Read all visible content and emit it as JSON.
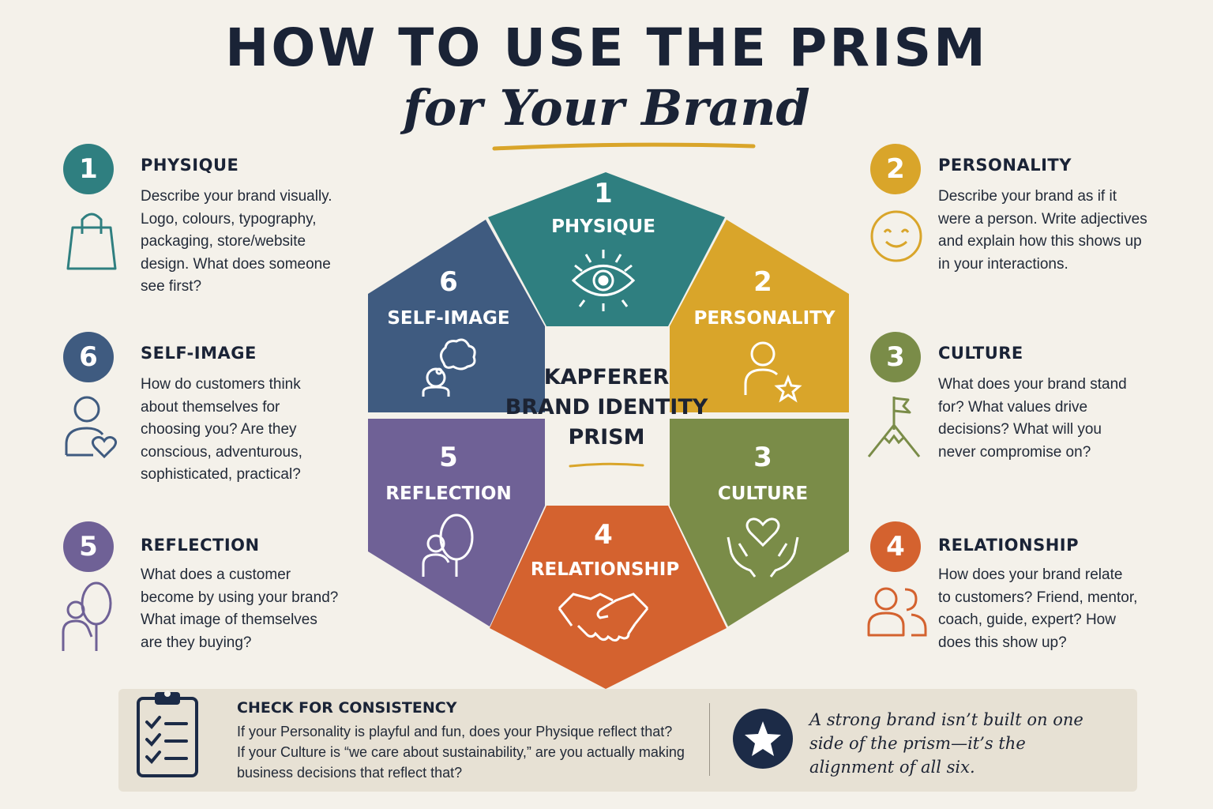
{
  "header": {
    "title": "HOW TO USE THE PRISM",
    "subtitle": "for Your Brand"
  },
  "colors": {
    "physique": "#2f7f80",
    "personality": "#d9a52a",
    "culture": "#7a8c48",
    "relationship": "#d4622f",
    "reflection": "#6f6196",
    "self_image": "#3f5b80",
    "navy": "#1c2b47",
    "accent_gold": "#d9a52a"
  },
  "items": {
    "physique": {
      "num": "1",
      "title": "PHYSIQUE",
      "icon": "shopping-bag-icon",
      "lines": [
        "Describe your brand visually.",
        "Logo, colours, typography,",
        "packaging, store/website",
        "design. What does someone",
        "see first?"
      ]
    },
    "self_image": {
      "num": "6",
      "title": "SELF-IMAGE",
      "icon": "person-heart-icon",
      "lines": [
        "How do customers think",
        "about themselves for",
        "choosing you? Are they",
        "conscious, adventurous,",
        "sophisticated, practical?"
      ]
    },
    "reflection": {
      "num": "5",
      "title": "REFLECTION",
      "icon": "person-mirror-icon",
      "lines": [
        "What does a customer",
        "become by using your brand?",
        "What image of themselves",
        "are they buying?"
      ]
    },
    "personality": {
      "num": "2",
      "title": "PERSONALITY",
      "icon": "smiley-face-icon",
      "lines": [
        "Describe your brand as if it",
        "were a person. Write adjectives",
        "and explain how this shows up",
        "in your interactions."
      ]
    },
    "culture": {
      "num": "3",
      "title": "CULTURE",
      "icon": "mountain-flag-icon",
      "lines": [
        "What does your brand stand",
        "for? What values drive",
        "decisions? What will you",
        "never compromise on?"
      ]
    },
    "relationship": {
      "num": "4",
      "title": "RELATIONSHIP",
      "icon": "two-people-icon",
      "lines": [
        "How does your brand relate",
        "to customers? Friend, mentor,",
        "coach, guide, expert? How",
        "does this show up?"
      ]
    }
  },
  "prism": {
    "center": [
      "KAPFERER",
      "BRAND IDENTITY",
      "PRISM"
    ],
    "segments": {
      "physique": {
        "num": "1",
        "label": "PHYSIQUE",
        "icon": "eye-icon"
      },
      "personality": {
        "num": "2",
        "label": "PERSONALITY",
        "icon": "person-star-icon"
      },
      "culture": {
        "num": "3",
        "label": "CULTURE",
        "icon": "hands-heart-icon"
      },
      "relationship": {
        "num": "4",
        "label": "RELATIONSHIP",
        "icon": "handshake-icon"
      },
      "reflection": {
        "num": "5",
        "label": "REFLECTION",
        "icon": "person-mirror-icon"
      },
      "self_image": {
        "num": "6",
        "label": "SELF-IMAGE",
        "icon": "person-thought-icon"
      }
    }
  },
  "consistency": {
    "title": "CHECK FOR CONSISTENCY",
    "lines": [
      "If your Personality is playful and fun, does your Physique reflect that?",
      "If your Culture is “we care about sustainability,” are you actually making",
      "business decisions that reflect that?"
    ],
    "icon": "clipboard-checklist-icon"
  },
  "quote": {
    "text": "A strong brand isn’t built on one side of the prism—it’s the alignment of all six.",
    "icon": "star-badge-icon"
  }
}
